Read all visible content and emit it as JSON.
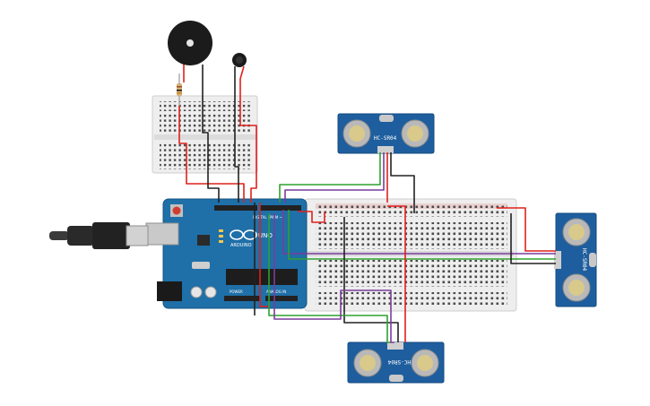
{
  "components": {
    "arduino": {
      "logo": "UNO",
      "header_digital": "DIGITAL (PWM ~)",
      "header_analog": "ANALOG IN",
      "header_power": "POWER",
      "brand": "ARDUINO"
    },
    "sensor_top": {
      "model": "HC-SR04"
    },
    "sensor_right": {
      "model": "HC-SR04"
    },
    "sensor_bottom": {
      "model": "HC-SR04"
    }
  },
  "colors": {
    "wire_red": "#e0201c",
    "wire_black": "#222222",
    "wire_green": "#2fa02f",
    "wire_purple": "#7a3c9c",
    "arduino_blue": "#1f6fa8",
    "sensor_blue": "#1e5e9e",
    "breadboard": "#eeeeee"
  },
  "icons": [
    "buzzer-icon",
    "microphone-icon",
    "resistor-icon",
    "usb-cable-icon"
  ]
}
